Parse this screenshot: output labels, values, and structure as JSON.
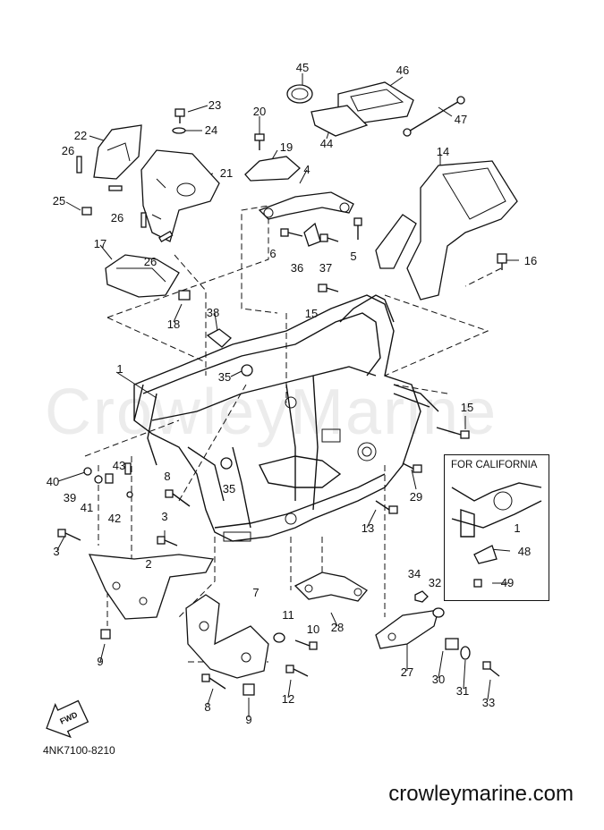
{
  "watermark": "CrowleyMarine",
  "diagram_code": "4NK7100-8210",
  "website": "crowleymarine.com",
  "fwd_label": "FWD",
  "california_box": {
    "title": "FOR CALIFORNIA"
  },
  "callouts": [
    {
      "id": "c45",
      "text": "45"
    },
    {
      "id": "c46",
      "text": "46"
    },
    {
      "id": "c47",
      "text": "47"
    },
    {
      "id": "c44",
      "text": "44"
    },
    {
      "id": "c23",
      "text": "23"
    },
    {
      "id": "c24",
      "text": "24"
    },
    {
      "id": "c20",
      "text": "20"
    },
    {
      "id": "c22",
      "text": "22"
    },
    {
      "id": "c19",
      "text": "19"
    },
    {
      "id": "c14",
      "text": "14"
    },
    {
      "id": "c26a",
      "text": "26"
    },
    {
      "id": "c21",
      "text": "21"
    },
    {
      "id": "c4",
      "text": "4"
    },
    {
      "id": "c25",
      "text": "25"
    },
    {
      "id": "c26b",
      "text": "26"
    },
    {
      "id": "c17",
      "text": "17"
    },
    {
      "id": "c26c",
      "text": "26"
    },
    {
      "id": "c6",
      "text": "6"
    },
    {
      "id": "c36",
      "text": "36"
    },
    {
      "id": "c37",
      "text": "37"
    },
    {
      "id": "c5",
      "text": "5"
    },
    {
      "id": "c16",
      "text": "16"
    },
    {
      "id": "c18",
      "text": "18"
    },
    {
      "id": "c15a",
      "text": "15"
    },
    {
      "id": "c38",
      "text": "38"
    },
    {
      "id": "c1",
      "text": "1"
    },
    {
      "id": "c35a",
      "text": "35"
    },
    {
      "id": "c15b",
      "text": "15"
    },
    {
      "id": "c43",
      "text": "43"
    },
    {
      "id": "c40",
      "text": "40"
    },
    {
      "id": "c8a",
      "text": "8"
    },
    {
      "id": "c35b",
      "text": "35"
    },
    {
      "id": "c29",
      "text": "29"
    },
    {
      "id": "c39",
      "text": "39"
    },
    {
      "id": "c41",
      "text": "41"
    },
    {
      "id": "c42",
      "text": "42"
    },
    {
      "id": "c3a",
      "text": "3"
    },
    {
      "id": "c13",
      "text": "13"
    },
    {
      "id": "c1b",
      "text": "1"
    },
    {
      "id": "c48",
      "text": "48"
    },
    {
      "id": "c3b",
      "text": "3"
    },
    {
      "id": "c2",
      "text": "2"
    },
    {
      "id": "c34",
      "text": "34"
    },
    {
      "id": "c32",
      "text": "32"
    },
    {
      "id": "c49",
      "text": "49"
    },
    {
      "id": "c7",
      "text": "7"
    },
    {
      "id": "c11",
      "text": "11"
    },
    {
      "id": "c10",
      "text": "10"
    },
    {
      "id": "c28",
      "text": "28"
    },
    {
      "id": "c9a",
      "text": "9"
    },
    {
      "id": "c27",
      "text": "27"
    },
    {
      "id": "c30",
      "text": "30"
    },
    {
      "id": "c31",
      "text": "31"
    },
    {
      "id": "c12",
      "text": "12"
    },
    {
      "id": "c8b",
      "text": "8"
    },
    {
      "id": "c9b",
      "text": "9"
    },
    {
      "id": "c33",
      "text": "33"
    }
  ]
}
